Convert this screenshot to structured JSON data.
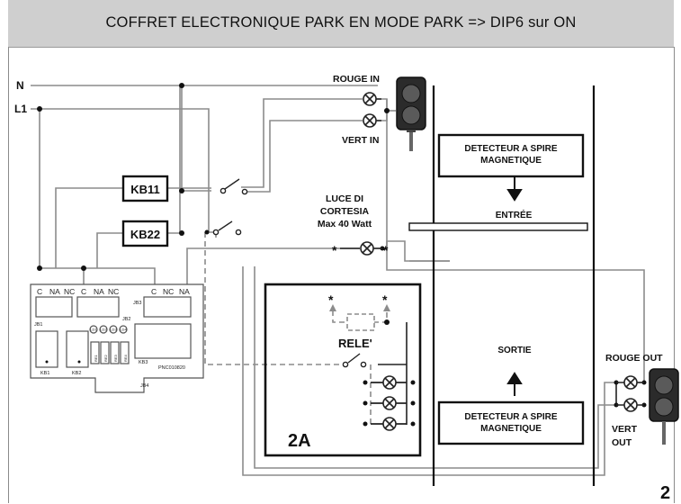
{
  "header": {
    "title": "COFFRET ELECTRONIQUE PARK EN MODE PARK => DIP6 sur ON"
  },
  "labels": {
    "n": "N",
    "l1": "L1",
    "rouge_in": "ROUGE IN",
    "vert_in": "VERT IN",
    "kb11": "KB11",
    "kb22": "KB22",
    "detecteur_top_1": "DETECTEUR A SPIRE",
    "detecteur_top_2": "MAGNETIQUE",
    "entree": "ENTRÉE",
    "luce_1": "LUCE DI",
    "luce_2": "CORTESIA",
    "luce_3": "Max 40 Watt",
    "asterisk": "*",
    "rele": "RELE'",
    "sortie": "SORTIE",
    "rouge_out": "ROUGE OUT",
    "vert_out_1": "VERT",
    "vert_out_2": "OUT",
    "detecteur_bot_1": "DETECTEUR A SPIRE",
    "detecteur_bot_2": "MAGNETIQUE",
    "box_2a": "2A",
    "page_number": "2"
  },
  "board": {
    "terminals_left": [
      "C",
      "NA",
      "NC",
      "C",
      "NA",
      "NC"
    ],
    "terminals_right": [
      "C",
      "NC",
      "NA"
    ],
    "jb1": "JB1",
    "jb2": "JB2",
    "jb3": "JB3",
    "jb4": "JB4",
    "kb1": "KB1",
    "kb2": "KB2",
    "kb3": "KB3",
    "part_no": "PNC010820",
    "leds": [
      "LD1",
      "LD2",
      "LD3",
      "LD4"
    ],
    "resistors": [
      "RE1",
      "RE2",
      "RE3",
      "RE4"
    ]
  }
}
